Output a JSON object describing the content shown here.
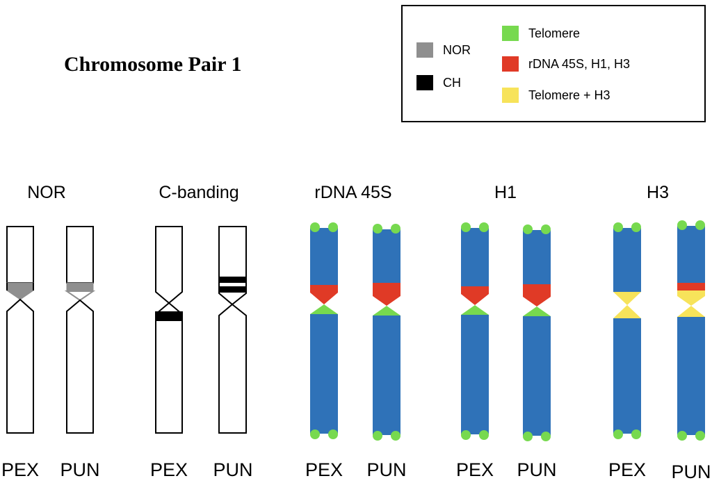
{
  "title": "Chromosome Pair 1",
  "legend": {
    "items": [
      {
        "label": "NOR",
        "color": "#8f8f8f"
      },
      {
        "label": "CH",
        "color": "#000000"
      },
      {
        "label": "Telomere",
        "color": "#77d94f"
      },
      {
        "label": "rDNA 45S, H1, H3",
        "color": "#e03a26"
      },
      {
        "label": "Telomere + H3",
        "color": "#f7e35a"
      }
    ]
  },
  "colors": {
    "chromatid_blue": "#2f72b8",
    "outline": "#000000",
    "nor": "#8f8f8f",
    "ch": "#000000",
    "telomere": "#77d94f",
    "rdna": "#e03a26",
    "telomere_h3": "#f7e35a"
  },
  "panels": [
    {
      "title": "NOR",
      "samples": [
        "PEX",
        "PUN"
      ]
    },
    {
      "title": "C-banding",
      "samples": [
        "PEX",
        "PUN"
      ]
    },
    {
      "title": "rDNA 45S",
      "samples": [
        "PEX",
        "PUN"
      ]
    },
    {
      "title": "H1",
      "samples": [
        "PEX",
        "PUN"
      ]
    },
    {
      "title": "H3",
      "samples": [
        "PEX",
        "PUN"
      ]
    }
  ]
}
